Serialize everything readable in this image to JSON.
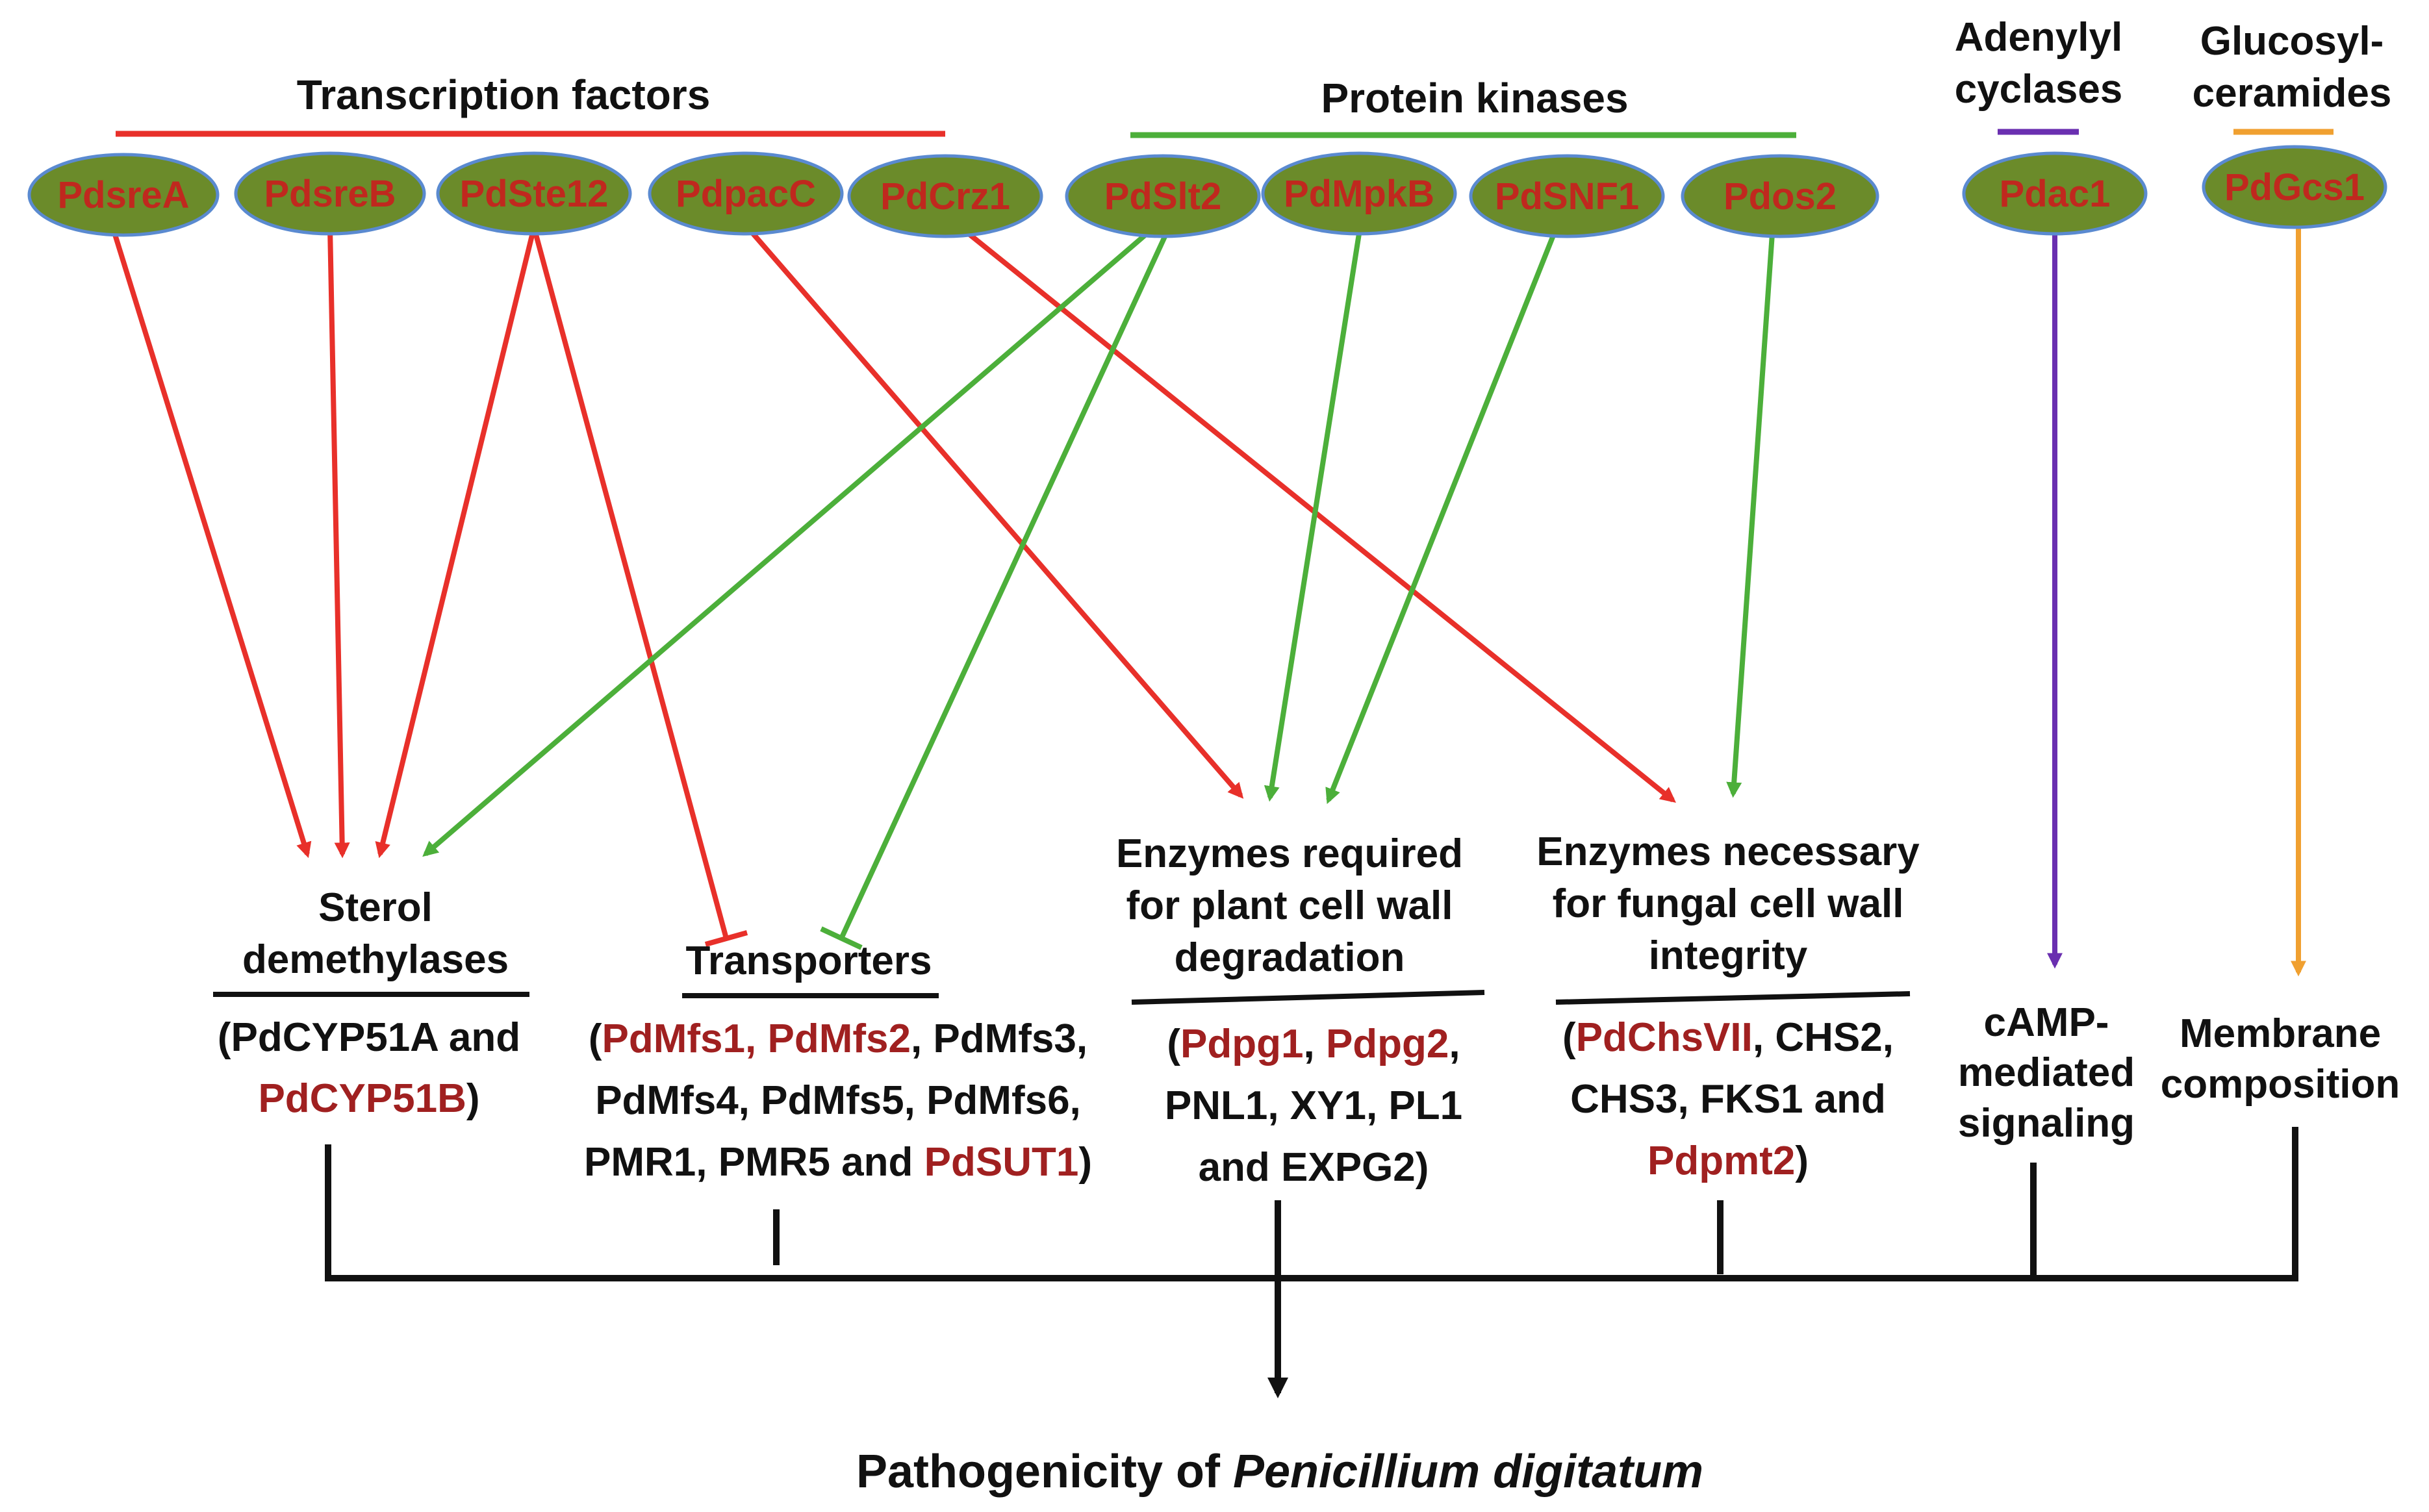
{
  "groups": {
    "transcription_factors": "Transcription factors",
    "protein_kinases": "Protein kinases",
    "adenylyl_cyclases": [
      "Adenylyl",
      "cyclases"
    ],
    "glucosylceramides": [
      "Glucosyl-",
      "ceramides"
    ]
  },
  "nodes": {
    "pdsrea": "PdsreA",
    "pdsreb": "PdsreB",
    "pdste12": "PdSte12",
    "pdpacc": "PdpacC",
    "pdcrz1": "PdCrz1",
    "pdslt2": "PdSlt2",
    "pdmpkb": "PdMpkB",
    "pdsnf1": "PdSNF1",
    "pdos2": "Pdos2",
    "pdac1": "Pdac1",
    "pdgcs1": "PdGcs1"
  },
  "targets": {
    "sterol": {
      "title": [
        "Sterol",
        "demethylases"
      ],
      "genes": [
        [
          {
            "t": "(",
            "hl": false
          },
          {
            "t": "PdCYP51A and",
            "hl": false
          }
        ],
        [
          {
            "t": "PdCYP51B",
            "hl": true
          },
          {
            "t": ")",
            "hl": false
          }
        ]
      ]
    },
    "transporters": {
      "title": [
        "Transporters"
      ],
      "genes": [
        [
          {
            "t": "(",
            "hl": false
          },
          {
            "t": "PdMfs1, PdMfs2",
            "hl": true
          },
          {
            "t": ", PdMfs3,",
            "hl": false
          }
        ],
        [
          {
            "t": "PdMfs4, PdMfs5, PdMfs6,",
            "hl": false
          }
        ],
        [
          {
            "t": "PMR1, PMR5 and ",
            "hl": false
          },
          {
            "t": "PdSUT1",
            "hl": true
          },
          {
            "t": ")",
            "hl": false
          }
        ]
      ]
    },
    "plant_cell_wall": {
      "title": [
        "Enzymes required",
        "for plant cell wall",
        "degradation"
      ],
      "genes": [
        [
          {
            "t": "(",
            "hl": false
          },
          {
            "t": "Pdpg1",
            "hl": true
          },
          {
            "t": ", ",
            "hl": false
          },
          {
            "t": "Pdpg2",
            "hl": true
          },
          {
            "t": ",",
            "hl": false
          }
        ],
        [
          {
            "t": "PNL1, XY1, PL1",
            "hl": false
          }
        ],
        [
          {
            "t": "and EXPG2)",
            "hl": false
          }
        ]
      ]
    },
    "fungal_cell_wall": {
      "title": [
        "Enzymes necessary",
        "for fungal cell wall",
        "integrity"
      ],
      "genes": [
        [
          {
            "t": "(",
            "hl": false
          },
          {
            "t": "PdChsVII",
            "hl": true
          },
          {
            "t": ", CHS2,",
            "hl": false
          }
        ],
        [
          {
            "t": "CHS3, FKS1 and",
            "hl": false
          }
        ],
        [
          {
            "t": "Pdpmt2",
            "hl": true
          },
          {
            "t": ")",
            "hl": false
          }
        ]
      ]
    },
    "camp": [
      "cAMP-",
      "mediated",
      "signaling"
    ],
    "membrane": [
      "Membrane",
      "composition"
    ]
  },
  "outcome": {
    "prefix": "Pathogenicity of ",
    "species": "Penicillium digitatum"
  },
  "colors": {
    "transcription_factors": "#e8302a",
    "protein_kinases": "#4caf3a",
    "adenylyl_cyclases": "#6a2fb0",
    "glucosylceramides": "#f0a030",
    "node_fill": "#6b8b2a",
    "node_outline": "#5a8ad0",
    "node_text": "#c0281e",
    "gene_highlight": "#a02020",
    "text": "#111111"
  }
}
